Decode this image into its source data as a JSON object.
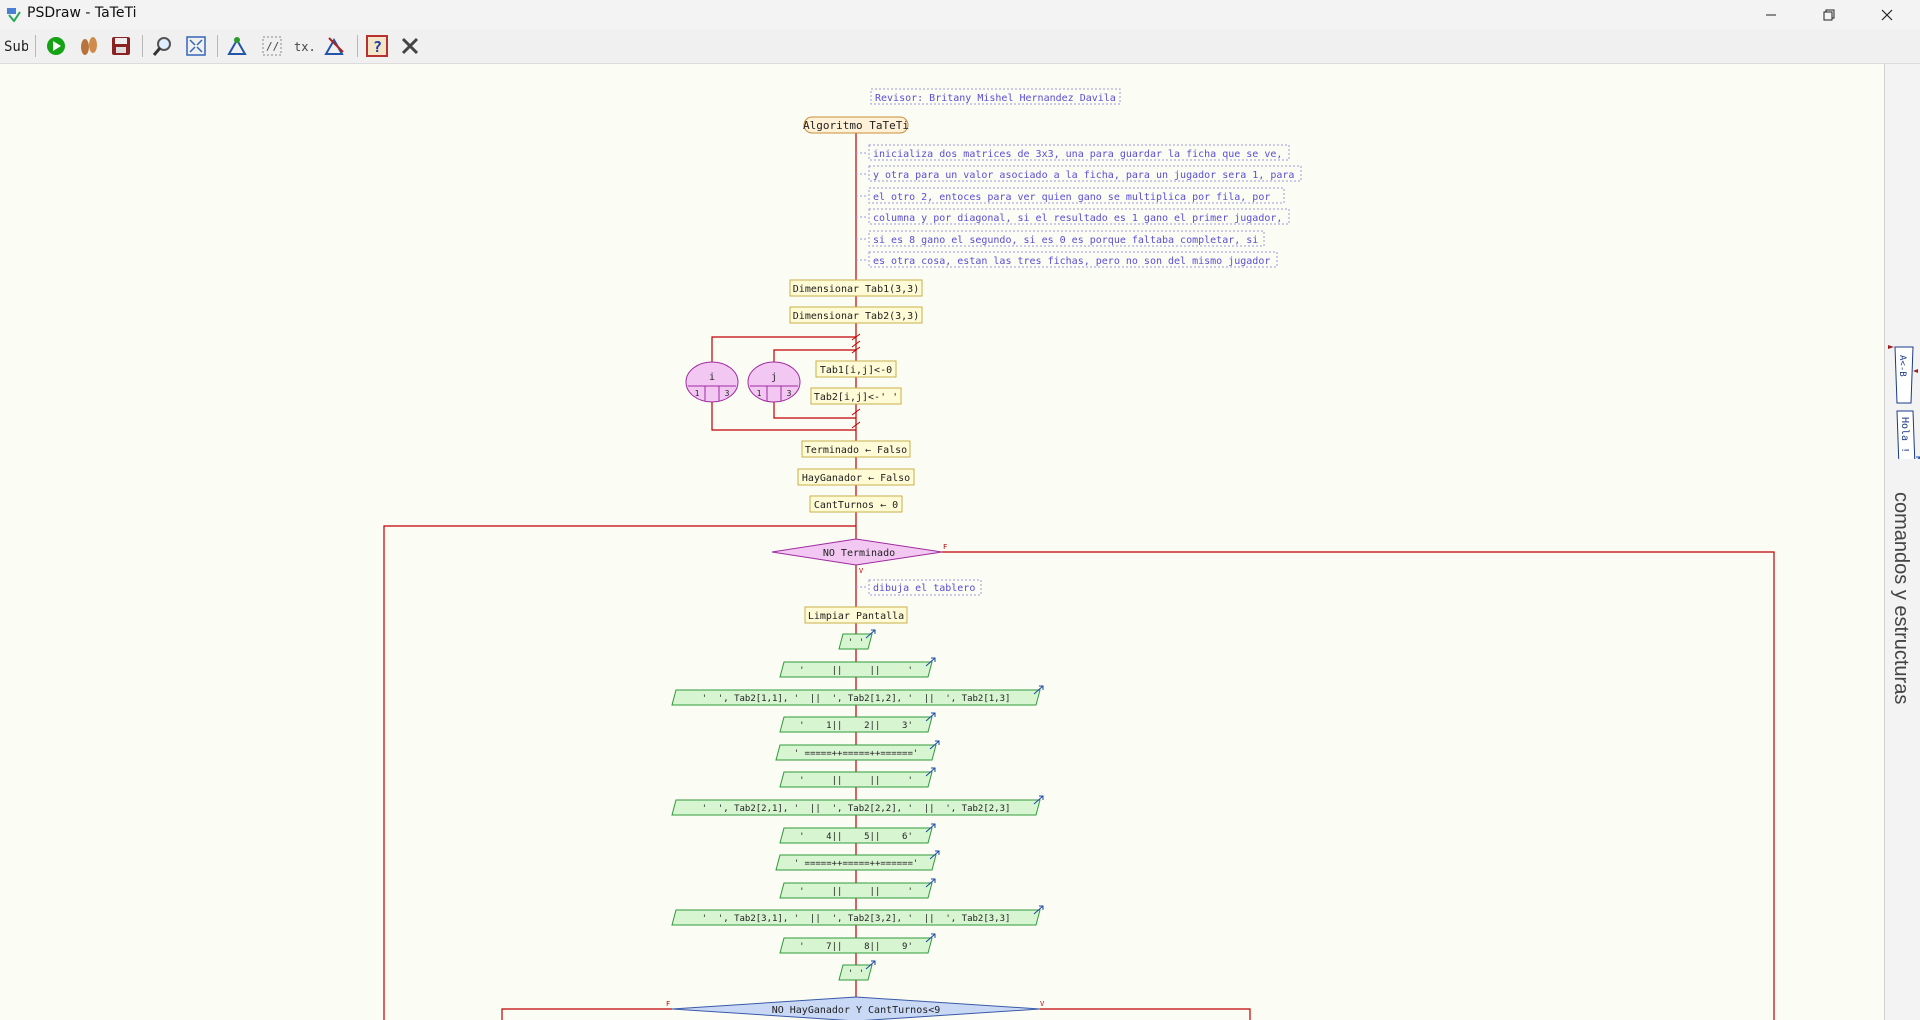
{
  "window": {
    "title": "PSDraw - TaTeTi",
    "colors": {
      "flow_line": "#c00000",
      "process_fill": "#fffbd6",
      "process_border": "#c9b04a",
      "io_fill": "#d8f5d2",
      "io_border": "#2e9a3a",
      "decision_fill": "#f2c8f2",
      "decision_border": "#a02aa0",
      "decision2_fill": "#c8d8f5",
      "comment_text": "#5a4ed8",
      "canvas_bg": "#fbfcf4"
    }
  },
  "toolbar": {
    "buttons": [
      {
        "id": "sub",
        "label": "Sub",
        "icon": "subprocess-icon"
      },
      {
        "id": "run",
        "icon": "run-icon"
      },
      {
        "id": "step",
        "icon": "step-icon"
      },
      {
        "id": "save",
        "icon": "save-icon"
      },
      {
        "id": "zoom",
        "icon": "zoom-icon"
      },
      {
        "id": "fit",
        "icon": "fit-screen-icon"
      },
      {
        "id": "edit",
        "icon": "edit-flow-icon"
      },
      {
        "id": "comments",
        "label": "//",
        "icon": "comment-toggle-icon"
      },
      {
        "id": "text",
        "label": "tx.",
        "icon": "text-mode-icon"
      },
      {
        "id": "debug",
        "icon": "debug-icon"
      },
      {
        "id": "help",
        "label": "?",
        "icon": "help-icon"
      },
      {
        "id": "close",
        "icon": "close-diagram-icon"
      }
    ]
  },
  "side_panel": {
    "label": "comandos y estructuras",
    "tab1": "A<-B",
    "tab2": "Hola !"
  },
  "diagram": {
    "reviewer_comment": "Revisor: Britany Mishel Hernandez Davila",
    "algorithm": "Algoritmo TaTeTi",
    "comments": [
      "inicializa dos matrices de 3x3, una para guardar la ficha que se ve, ",
      "y otra para un valor asociado a la ficha, para un jugador sera 1, para",
      "el otro 2, entoces para ver quien gano se multiplica por fila, por ",
      "columna y por diagonal, si el resultado es 1 gano el primer jugador,",
      "si es 8 gano el segundo, si es 0 es porque faltaba completar, si",
      "es otra cosa, estan las tres fichas, pero no son del mismo jugador"
    ],
    "dim1": "Dimensionar Tab1(3,3)",
    "dim2": "Dimensionar Tab2(3,3)",
    "loop_i": {
      "var": "i",
      "from": "1",
      "to": "3"
    },
    "loop_j": {
      "var": "j",
      "from": "1",
      "to": "3"
    },
    "assign_tab1": "Tab1[i,j]<-0",
    "assign_tab2": "Tab2[i,j]<-' '",
    "terminado": "Terminado ← Falso",
    "hayganador": "HayGanador ← Falso",
    "cantturnos": "CantTurnos ← 0",
    "while_cond": "NO Terminado",
    "while_f": "F",
    "while_v": "V",
    "comment_board": "dibuja el tablero",
    "clear": "Limpiar Pantalla",
    "outputs": [
      "' '",
      "'     ||     ||     '",
      "'  ', Tab2[1,1], '  ||  ', Tab2[1,2], '  ||  ', Tab2[1,3]",
      "'    1||    2||    3'",
      "' =====++=====++======'",
      "'     ||     ||     '",
      "'  ', Tab2[2,1], '  ||  ', Tab2[2,2], '  ||  ', Tab2[2,3]",
      "'    4||    5||    6'",
      "' =====++=====++======'",
      "'     ||     ||     '",
      "'  ', Tab2[3,1], '  ||  ', Tab2[3,2], '  ||  ', Tab2[3,3]",
      "'    7||    8||    9'",
      "' '"
    ],
    "if_cond": "NO HayGanador Y CantTurnos<9",
    "if_f": "F",
    "if_v": "V"
  }
}
